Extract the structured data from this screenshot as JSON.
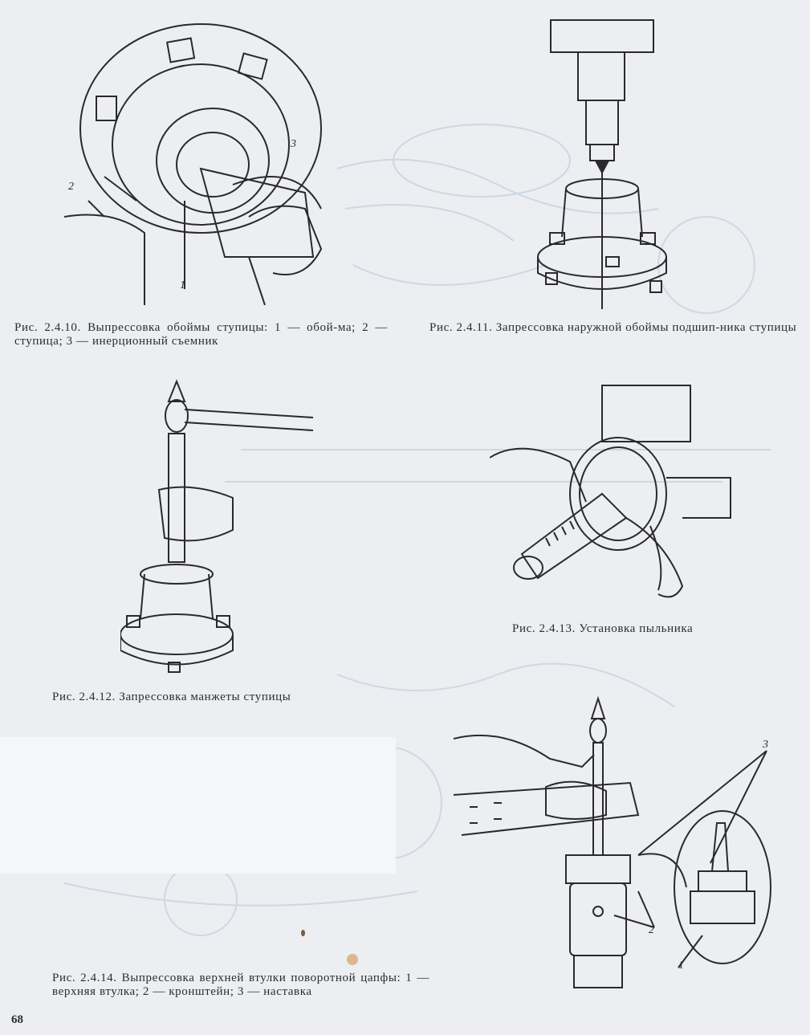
{
  "figures": [
    {
      "id": "fig-2-4-10",
      "caption": "Рис. 2.4.10. Выпрессовка обоймы ступицы: 1 — обой-ма; 2 — ступица; 3 — инерционный съемник",
      "labels": [
        "1",
        "2",
        "3"
      ]
    },
    {
      "id": "fig-2-4-11",
      "caption": "Рис. 2.4.11. Запрессовка наружной обоймы подшип-ника ступицы",
      "labels": []
    },
    {
      "id": "fig-2-4-12",
      "caption": "Рис. 2.4.12. Запрессовка манжеты ступицы",
      "labels": []
    },
    {
      "id": "fig-2-4-13",
      "caption": "Рис. 2.4.13. Установка пыльника",
      "labels": []
    },
    {
      "id": "fig-2-4-14",
      "caption": "Рис. 2.4.14. Выпрессовка верхней втулки поворотной цапфы: 1 — верхняя втулка; 2 — кронштейн; 3 — наставка",
      "labels": [
        "1",
        "2",
        "3"
      ]
    }
  ],
  "page_number": "68",
  "colors": {
    "ink": "#2a2a2e",
    "paper": "#eceef2",
    "bleed": "#c7d3df"
  }
}
